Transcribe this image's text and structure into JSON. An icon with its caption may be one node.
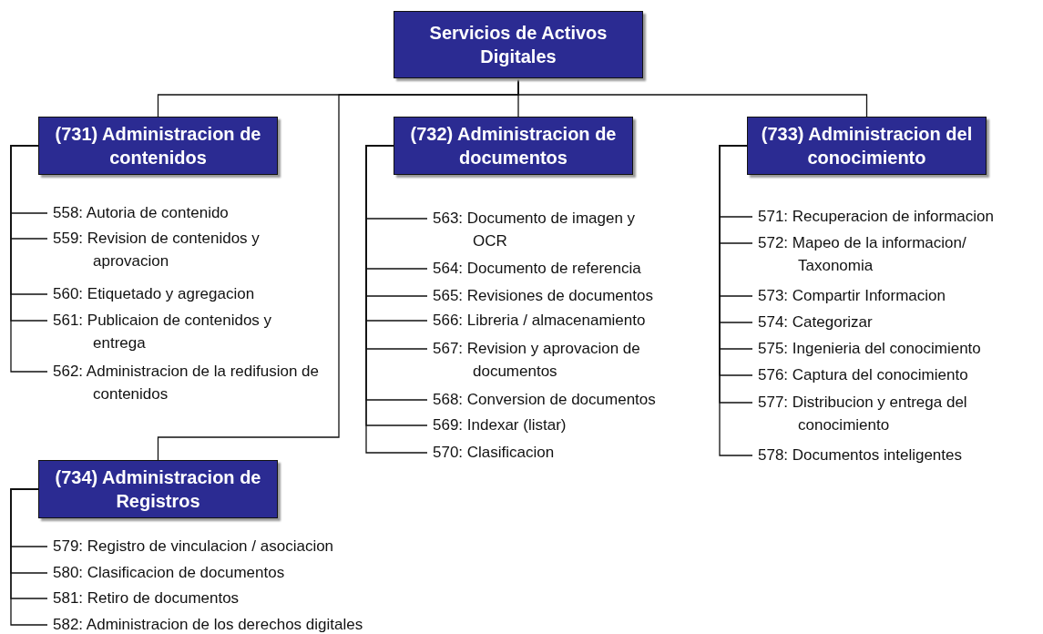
{
  "diagram": {
    "nodes": [
      {
        "text": [
          "Servicios de Activos Digitales"
        ]
      },
      {
        "text": [
          "(731) Administracion de contenidos"
        ]
      },
      {
        "text": [
          "(732) Administracion de documentos"
        ]
      },
      {
        "text": [
          "(733) Administracion del conocimiento"
        ]
      },
      {
        "text": [
          "(734) Administracion de Registros"
        ]
      },
      {
        "text": [
          "558: Autoria de contenido"
        ]
      },
      {
        "text": [
          "559: Revision de contenidos y aprovacion"
        ]
      },
      {
        "text": [
          "560: Etiquetado y agregacion"
        ]
      },
      {
        "text": [
          "561: Publicaion de contenidos y entrega"
        ]
      },
      {
        "text": [
          "562: Administracion de la redifusion de contenidos"
        ]
      },
      {
        "text": [
          "563: Documento de imagen y OCR"
        ]
      },
      {
        "text": [
          "564: Documento de referencia"
        ]
      },
      {
        "text": [
          "565: Revisiones de documentos"
        ]
      },
      {
        "text": [
          "566: Libreria / almacenamiento"
        ]
      },
      {
        "text": [
          "567: Revision y aprovacion de documentos"
        ]
      },
      {
        "text": [
          "568: Conversion de documentos"
        ]
      },
      {
        "text": [
          "569: Indexar (listar)"
        ]
      },
      {
        "text": [
          "570: Clasificacion"
        ]
      },
      {
        "text": [
          "571: Recuperacion de informacion"
        ]
      },
      {
        "text": [
          "572: Mapeo de la informacion/ Taxonomia"
        ]
      },
      {
        "text": [
          "573: Compartir Informacion"
        ]
      },
      {
        "text": [
          "574: Categorizar"
        ]
      },
      {
        "text": [
          "575: Ingenieria del conocimiento"
        ]
      },
      {
        "text": [
          "576: Captura del conocimiento"
        ]
      },
      {
        "text": [
          "577: Distribucion y entrega del conocimiento"
        ]
      },
      {
        "text": [
          "578: Documentos inteligentes"
        ]
      },
      {
        "text": [
          "579: Registro de vinculacion / asociacion"
        ]
      },
      {
        "text": [
          "580: Clasificacion de documentos"
        ]
      },
      {
        "text": [
          "581: Retiro de documentos"
        ]
      },
      {
        "text": [
          "582: Administracion de los derechos digitales"
        ]
      }
    ],
    "edges": [
      {
        "from": 0,
        "to": 1,
        "arrow": "none"
      },
      {
        "from": 0,
        "to": 2,
        "arrow": "none"
      },
      {
        "from": 0,
        "to": 3,
        "arrow": "none"
      },
      {
        "from": 0,
        "to": 4,
        "arrow": "none"
      },
      {
        "from": 1,
        "to": 5,
        "arrow": "none"
      },
      {
        "from": 1,
        "to": 6,
        "arrow": "none"
      },
      {
        "from": 1,
        "to": 7,
        "arrow": "none"
      },
      {
        "from": 1,
        "to": 8,
        "arrow": "none"
      },
      {
        "from": 1,
        "to": 9,
        "arrow": "none"
      },
      {
        "from": 2,
        "to": 10,
        "arrow": "none"
      },
      {
        "from": 2,
        "to": 11,
        "arrow": "none"
      },
      {
        "from": 2,
        "to": 12,
        "arrow": "none"
      },
      {
        "from": 2,
        "to": 13,
        "arrow": "none"
      },
      {
        "from": 2,
        "to": 14,
        "arrow": "none"
      },
      {
        "from": 2,
        "to": 15,
        "arrow": "none"
      },
      {
        "from": 2,
        "to": 16,
        "arrow": "none"
      },
      {
        "from": 2,
        "to": 17,
        "arrow": "none"
      },
      {
        "from": 3,
        "to": 18,
        "arrow": "none"
      },
      {
        "from": 3,
        "to": 19,
        "arrow": "none"
      },
      {
        "from": 3,
        "to": 20,
        "arrow": "none"
      },
      {
        "from": 3,
        "to": 21,
        "arrow": "none"
      },
      {
        "from": 3,
        "to": 22,
        "arrow": "none"
      },
      {
        "from": 3,
        "to": 23,
        "arrow": "none"
      },
      {
        "from": 3,
        "to": 24,
        "arrow": "none"
      },
      {
        "from": 3,
        "to": 25,
        "arrow": "none"
      },
      {
        "from": 4,
        "to": 26,
        "arrow": "none"
      },
      {
        "from": 4,
        "to": 27,
        "arrow": "none"
      },
      {
        "from": 4,
        "to": 28,
        "arrow": "none"
      },
      {
        "from": 4,
        "to": 29,
        "arrow": "none"
      }
    ]
  }
}
